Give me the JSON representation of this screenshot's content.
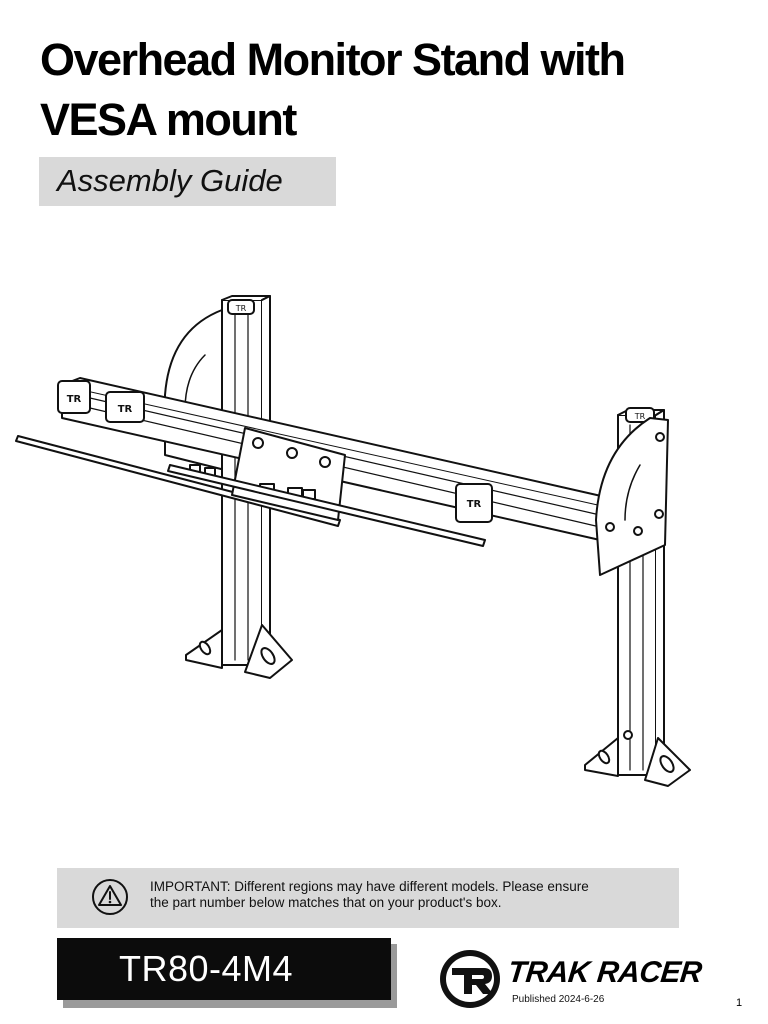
{
  "title": "Overhead Monitor Stand with VESA mount",
  "subtitle": "Assembly Guide",
  "notice": {
    "icon": "warning-icon",
    "text_line1": "IMPORTANT: Different regions may have different models. Please ensure",
    "text_line2": "the part number below matches that on your product's box."
  },
  "part_number": "TR80-4M4",
  "brand": {
    "logo": "trak-racer-logo",
    "name": "TRAK RACER",
    "published": "Published 2024-6-26"
  },
  "page_number": "1"
}
